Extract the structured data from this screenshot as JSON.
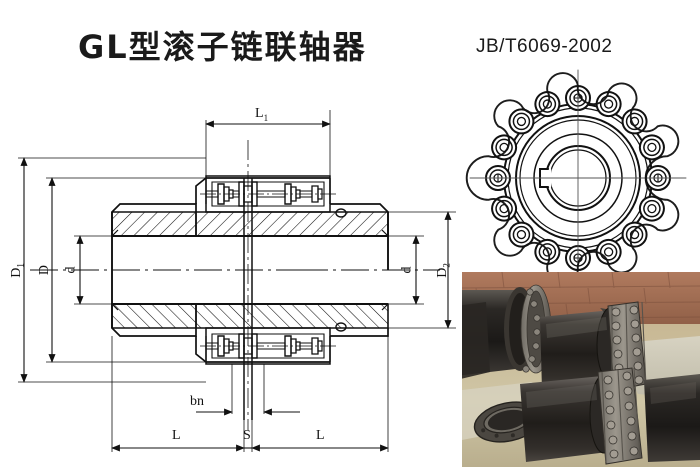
{
  "header": {
    "title": "GL型滚子链联轴器",
    "standard": "JB/T6069-2002"
  },
  "drawing": {
    "name": "roller-chain-coupling-sectional-drawing",
    "type": "engineering-cross-section",
    "dimensions": {
      "top": [
        {
          "key": "L1",
          "label": "L",
          "subscript": "1",
          "description": "overall sprocket-set length"
        }
      ],
      "left": [
        {
          "key": "D1",
          "label": "D",
          "subscript": "1",
          "description": "outer cover diameter"
        },
        {
          "key": "D",
          "label": "D",
          "subscript": "",
          "description": "sprocket outside diameter"
        },
        {
          "key": "d",
          "label": "d",
          "subscript": "",
          "description": "shaft bore diameter"
        }
      ],
      "right": [
        {
          "key": "d",
          "label": "d",
          "subscript": "",
          "description": "shaft bore diameter"
        },
        {
          "key": "D2",
          "label": "D",
          "subscript": "2",
          "description": "hub flange diameter"
        }
      ],
      "bottom": [
        {
          "key": "bn",
          "label": "bn",
          "subscript": "",
          "description": "chain width"
        },
        {
          "key": "L_left",
          "label": "L",
          "subscript": "",
          "description": "hub length left"
        },
        {
          "key": "S",
          "label": "S",
          "subscript": "",
          "description": "gap between hubs"
        },
        {
          "key": "L_right",
          "label": "L",
          "subscript": "",
          "description": "hub length right"
        }
      ]
    }
  },
  "endview": {
    "name": "sprocket-end-view",
    "roller_count": 16,
    "features": [
      "duplex-roller-chain",
      "sprocket-teeth",
      "concentric-rings",
      "shaft-bore",
      "keyway-slot",
      "center-lines"
    ]
  },
  "photo": {
    "name": "coupling-product-photograph",
    "subjects": [
      "chain-coupling-assembly",
      "roller-chain-wrapped-hubs",
      "sprocket-ring",
      "ground-surface"
    ]
  },
  "colors": {
    "line": "#111111",
    "background": "#ffffff",
    "photo_ground": "#b8a88a",
    "photo_metal": "#2e2b28",
    "photo_chain": "#7d7a72",
    "photo_brick": "#a8765c"
  }
}
